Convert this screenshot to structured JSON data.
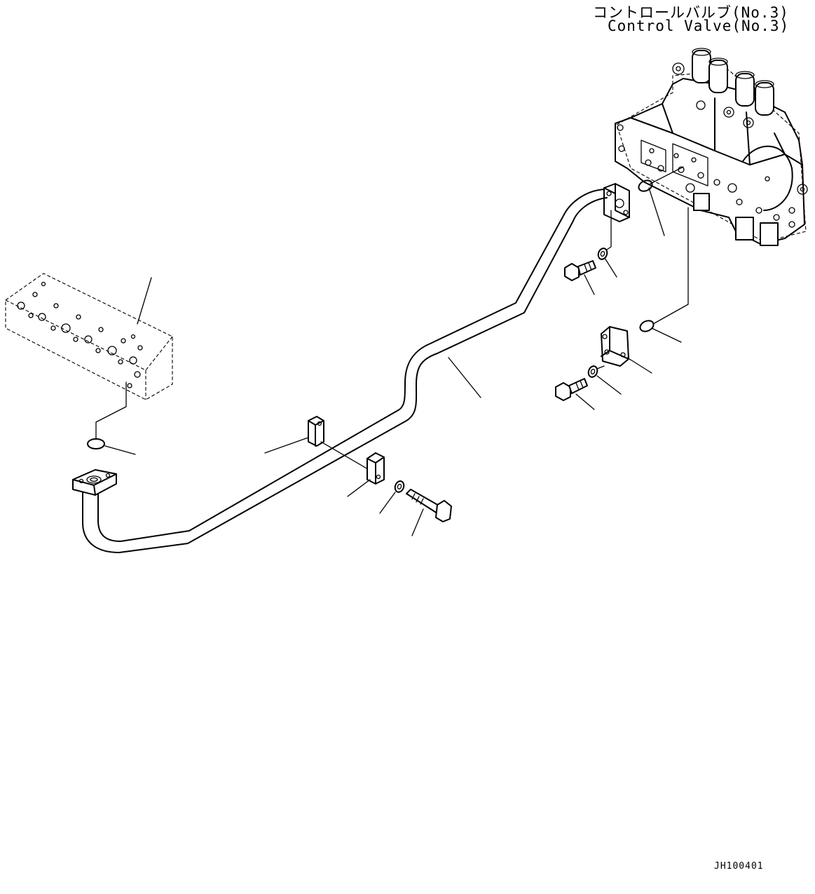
{
  "labels": {
    "control_valve_jp": "コントロールバルブ(No.3)",
    "control_valve_en": "Control Valve(No.3)",
    "drawing_code": "JH100401"
  }
}
